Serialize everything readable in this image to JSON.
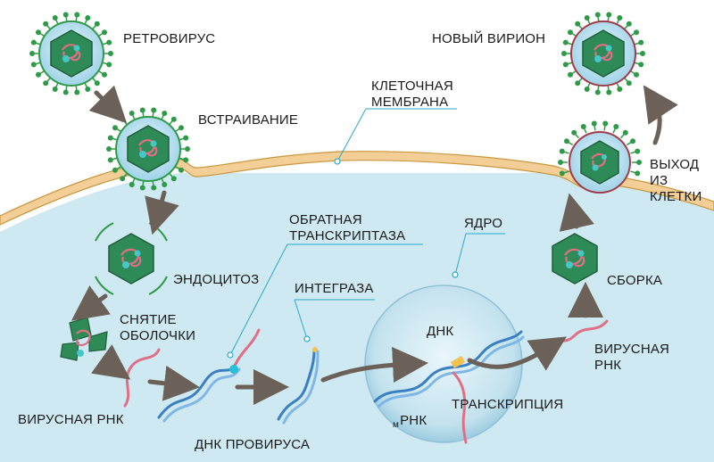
{
  "labels": {
    "retrovirus": "РЕТРОВИРУС",
    "new_virion": "НОВЫЙ ВИРИОН",
    "cell_membrane": [
      "КЛЕТОЧНАЯ",
      "МЕМБРАНА"
    ],
    "embedding": "ВСТРАИВАНИЕ",
    "exit": [
      "ВЫХОД",
      "ИЗ",
      "КЛЕТКИ"
    ],
    "endocytosis": "ЭНДОЦИТОЗ",
    "uncoating": [
      "СНЯТИЕ",
      "ОБОЛОЧКИ"
    ],
    "reverse_transcriptase": [
      "ОБРАТНАЯ",
      "ТРАНСКРИПТАЗА"
    ],
    "integrase": "ИНТЕГРАЗА",
    "nucleus": "ЯДРО",
    "dna": "ДНК",
    "assembly": "СБОРКА",
    "viral_rna_left": "ВИРУСНАЯ РНК",
    "viral_rna_right": [
      "ВИРУСНАЯ",
      "РНК"
    ],
    "provirus_dna": "ДНК ПРОВИРУСА",
    "transcription": "ТРАНСКРИПЦИЯ",
    "mrna_prefix": "м",
    "mrna": "РНК"
  },
  "colors": {
    "cytoplasm": "#cfe9f2",
    "membrane": "#f3cf97",
    "membrane_edge": "#c9973f",
    "envelope_dot": "#2f9a48",
    "capsid": "#2e8b57",
    "arrow": "#6b6158",
    "dna": "#3a7fc4",
    "rna": "#e06f86",
    "leader": "#2aa7c9"
  }
}
